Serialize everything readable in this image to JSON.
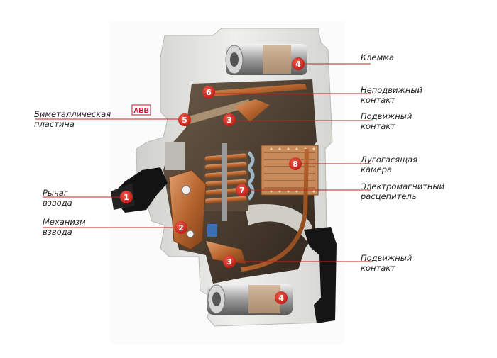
{
  "brand": {
    "logo_text": "ABB",
    "logo_color": "#c8102e"
  },
  "colors": {
    "marker": "#d8261c",
    "leader": "#c81e1e",
    "casing": "#e8e8e6",
    "interior": "#5a4a3a",
    "copper": "#c9773b"
  },
  "labels": [
    {
      "id": "terminal-top",
      "line1": "Клемма",
      "line2": ""
    },
    {
      "id": "fixed-contact",
      "line1": "Неподвижный",
      "line2": "контакт"
    },
    {
      "id": "moving-contact-top",
      "line1": "Подвижный",
      "line2": "контакт"
    },
    {
      "id": "arc-chamber",
      "line1": "Дугогасящая",
      "line2": "камера"
    },
    {
      "id": "em-release",
      "line1": "Электромагнитный",
      "line2": "расцепитель"
    },
    {
      "id": "moving-contact-bottom",
      "line1": "Подвижный",
      "line2": "контакт"
    },
    {
      "id": "bimetal-strip",
      "line1": "Биметаллическая",
      "line2": "пластина"
    },
    {
      "id": "lever",
      "line1": "Рычаг",
      "line2": "взвода"
    },
    {
      "id": "mechanism",
      "line1": "Механизм",
      "line2": "взвода"
    }
  ],
  "markers": [
    {
      "id": "marker-4-top",
      "number": "4"
    },
    {
      "id": "marker-6",
      "number": "6"
    },
    {
      "id": "marker-5",
      "number": "5"
    },
    {
      "id": "marker-3-top",
      "number": "3"
    },
    {
      "id": "marker-8",
      "number": "8"
    },
    {
      "id": "marker-7",
      "number": "7"
    },
    {
      "id": "marker-1",
      "number": "1"
    },
    {
      "id": "marker-2",
      "number": "2"
    },
    {
      "id": "marker-3-bottom",
      "number": "3"
    },
    {
      "id": "marker-4-bottom",
      "number": "4"
    }
  ]
}
